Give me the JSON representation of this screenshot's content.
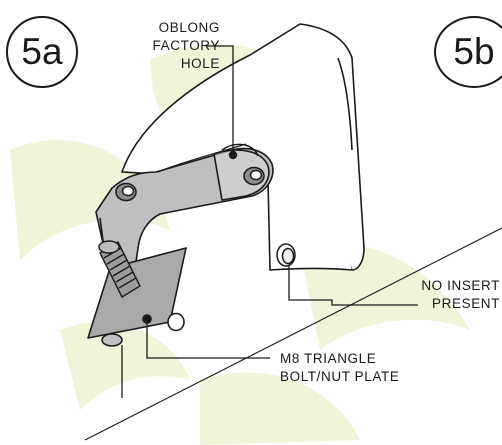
{
  "steps": {
    "left": "5a",
    "right": "5b"
  },
  "callouts": {
    "oblong_factory_hole": "OBLONG\nFACTORY\nHOLE",
    "no_insert_present": "NO INSERT\nPRESENT",
    "m8_triangle_plate": "M8 TRIANGLE\nBOLT/NUT PLATE"
  },
  "colors": {
    "line": "#1a1a1a",
    "bracket_fill": "#bfbfbf",
    "plate_fill": "#a9a9a9",
    "leaf_wash": "#eef5d9",
    "panel_fill": "#ffffff"
  }
}
